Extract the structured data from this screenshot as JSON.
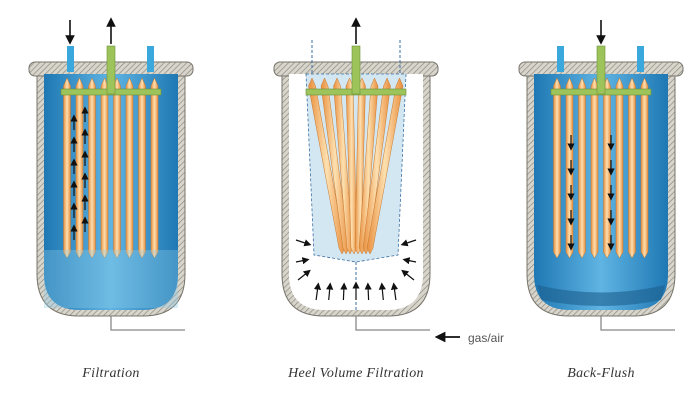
{
  "panels": [
    {
      "id": "filtration",
      "label": "Filtration",
      "mode": "filtration"
    },
    {
      "id": "heel",
      "label": "Heel Volume Filtration",
      "mode": "heel"
    },
    {
      "id": "backflush",
      "label": "Back-Flush",
      "mode": "backflush"
    }
  ],
  "gas_inlet_label": "gas/air",
  "colors": {
    "liquid": "#2f8fc8",
    "liquid_light": "#7cc3e8",
    "candle": "#f0a85a",
    "candle_light": "#fcd9a6",
    "manifold": "#9cc45a",
    "wall": "#b7b3a8",
    "pipe_blue": "#3aa8dc"
  }
}
